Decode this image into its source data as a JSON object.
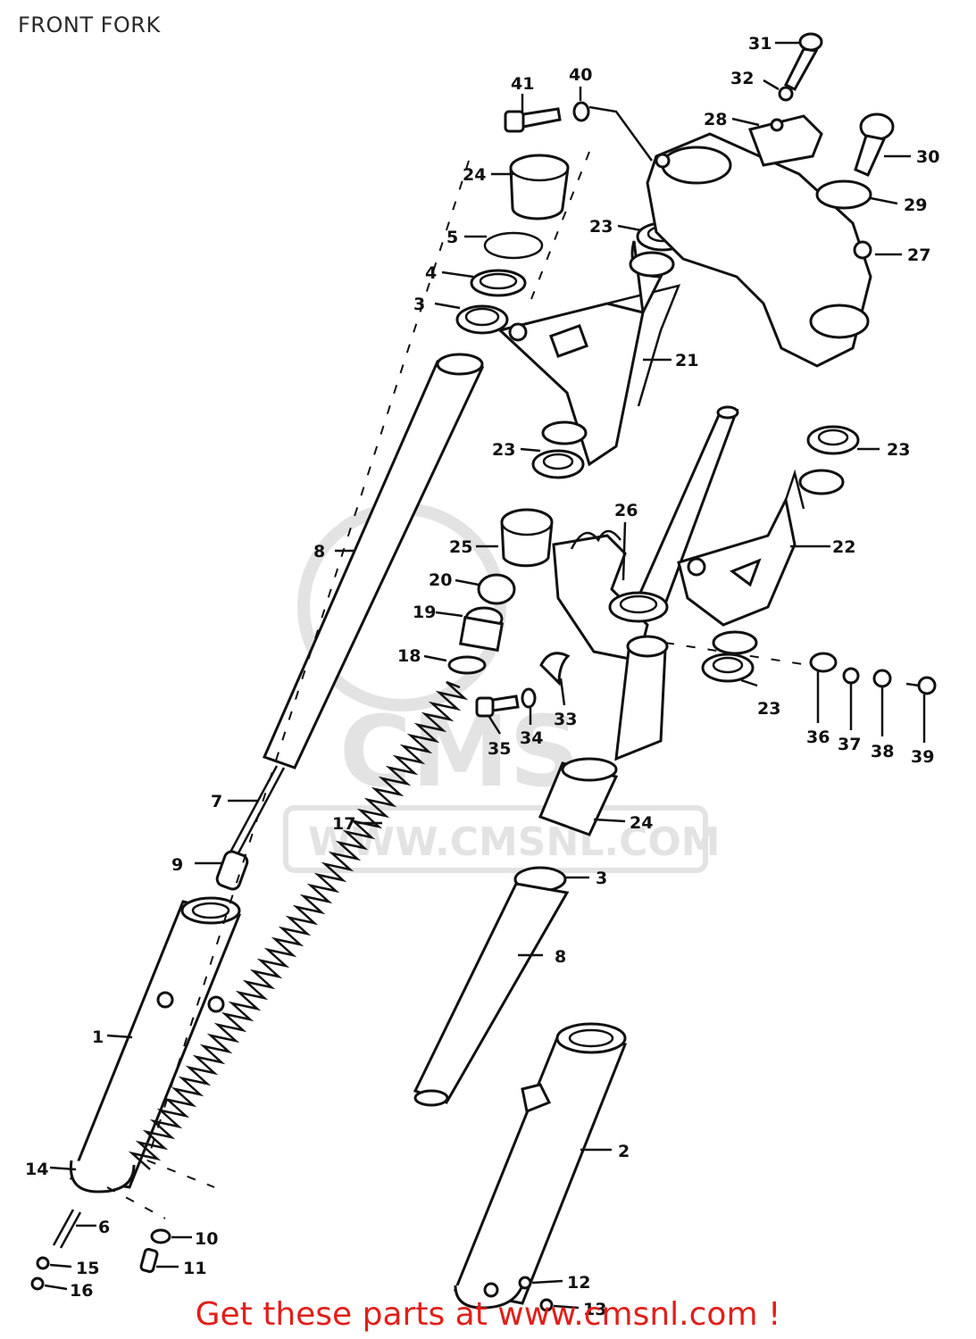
{
  "title": "FRONT FORK",
  "watermark": {
    "logo_text": "CMS",
    "url_text": "WWW.CMSNL.COM"
  },
  "promo_text": "Get these parts at www.cmsnl.com !",
  "callouts": {
    "c1": "1",
    "c2": "2",
    "c3a": "3",
    "c3b": "3",
    "c4": "4",
    "c5": "5",
    "c6": "6",
    "c7": "7",
    "c8a": "8",
    "c8b": "8",
    "c9": "9",
    "c10": "10",
    "c11": "11",
    "c12": "12",
    "c13": "13",
    "c14": "14",
    "c15": "15",
    "c16": "16",
    "c17": "17",
    "c18": "18",
    "c19": "19",
    "c20": "20",
    "c21": "21",
    "c22": "22",
    "c23a": "23",
    "c23b": "23",
    "c23c": "23",
    "c23d": "23",
    "c24a": "24",
    "c24b": "24",
    "c25": "25",
    "c26": "26",
    "c27": "27",
    "c28": "28",
    "c29": "29",
    "c30": "30",
    "c31": "31",
    "c32": "32",
    "c33": "33",
    "c34": "34",
    "c35": "35",
    "c36": "36",
    "c37": "37",
    "c38": "38",
    "c39": "39",
    "c40": "40",
    "c41": "41"
  },
  "colors": {
    "line": "#111111",
    "promo": "#e0201a",
    "watermark": "#e3e3e3"
  }
}
